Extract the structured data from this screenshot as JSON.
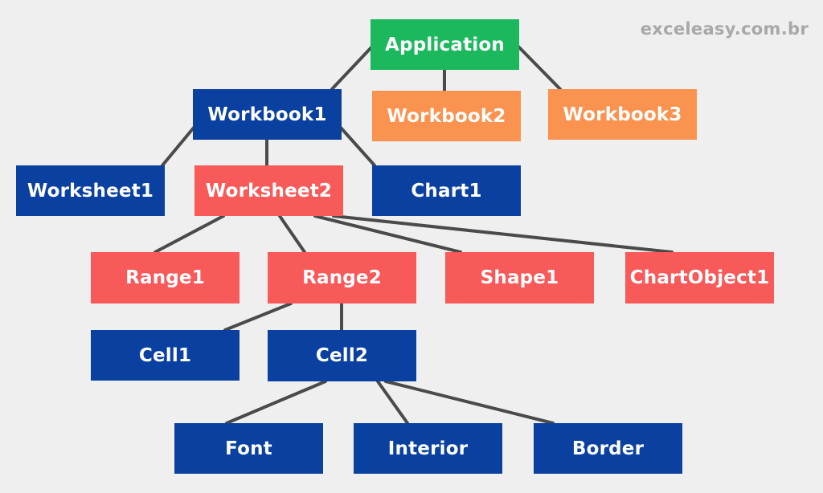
{
  "watermark": "exceleasy.com.br",
  "colors": {
    "application": "#1cb85e",
    "open_workbook": "#fa9350",
    "object": "#0a41a0",
    "active": "#f85959",
    "connector": "#4a4a4a",
    "background": "#efefef"
  },
  "nodes": {
    "application": "Application",
    "workbook1": "Workbook1",
    "workbook2": "Workbook2",
    "workbook3": "Workbook3",
    "worksheet1": "Worksheet1",
    "worksheet2": "Worksheet2",
    "chart1": "Chart1",
    "range1": "Range1",
    "range2": "Range2",
    "shape1": "Shape1",
    "chartobject1": "ChartObject1",
    "cell1": "Cell1",
    "cell2": "Cell2",
    "font": "Font",
    "interior": "Interior",
    "border": "Border"
  }
}
